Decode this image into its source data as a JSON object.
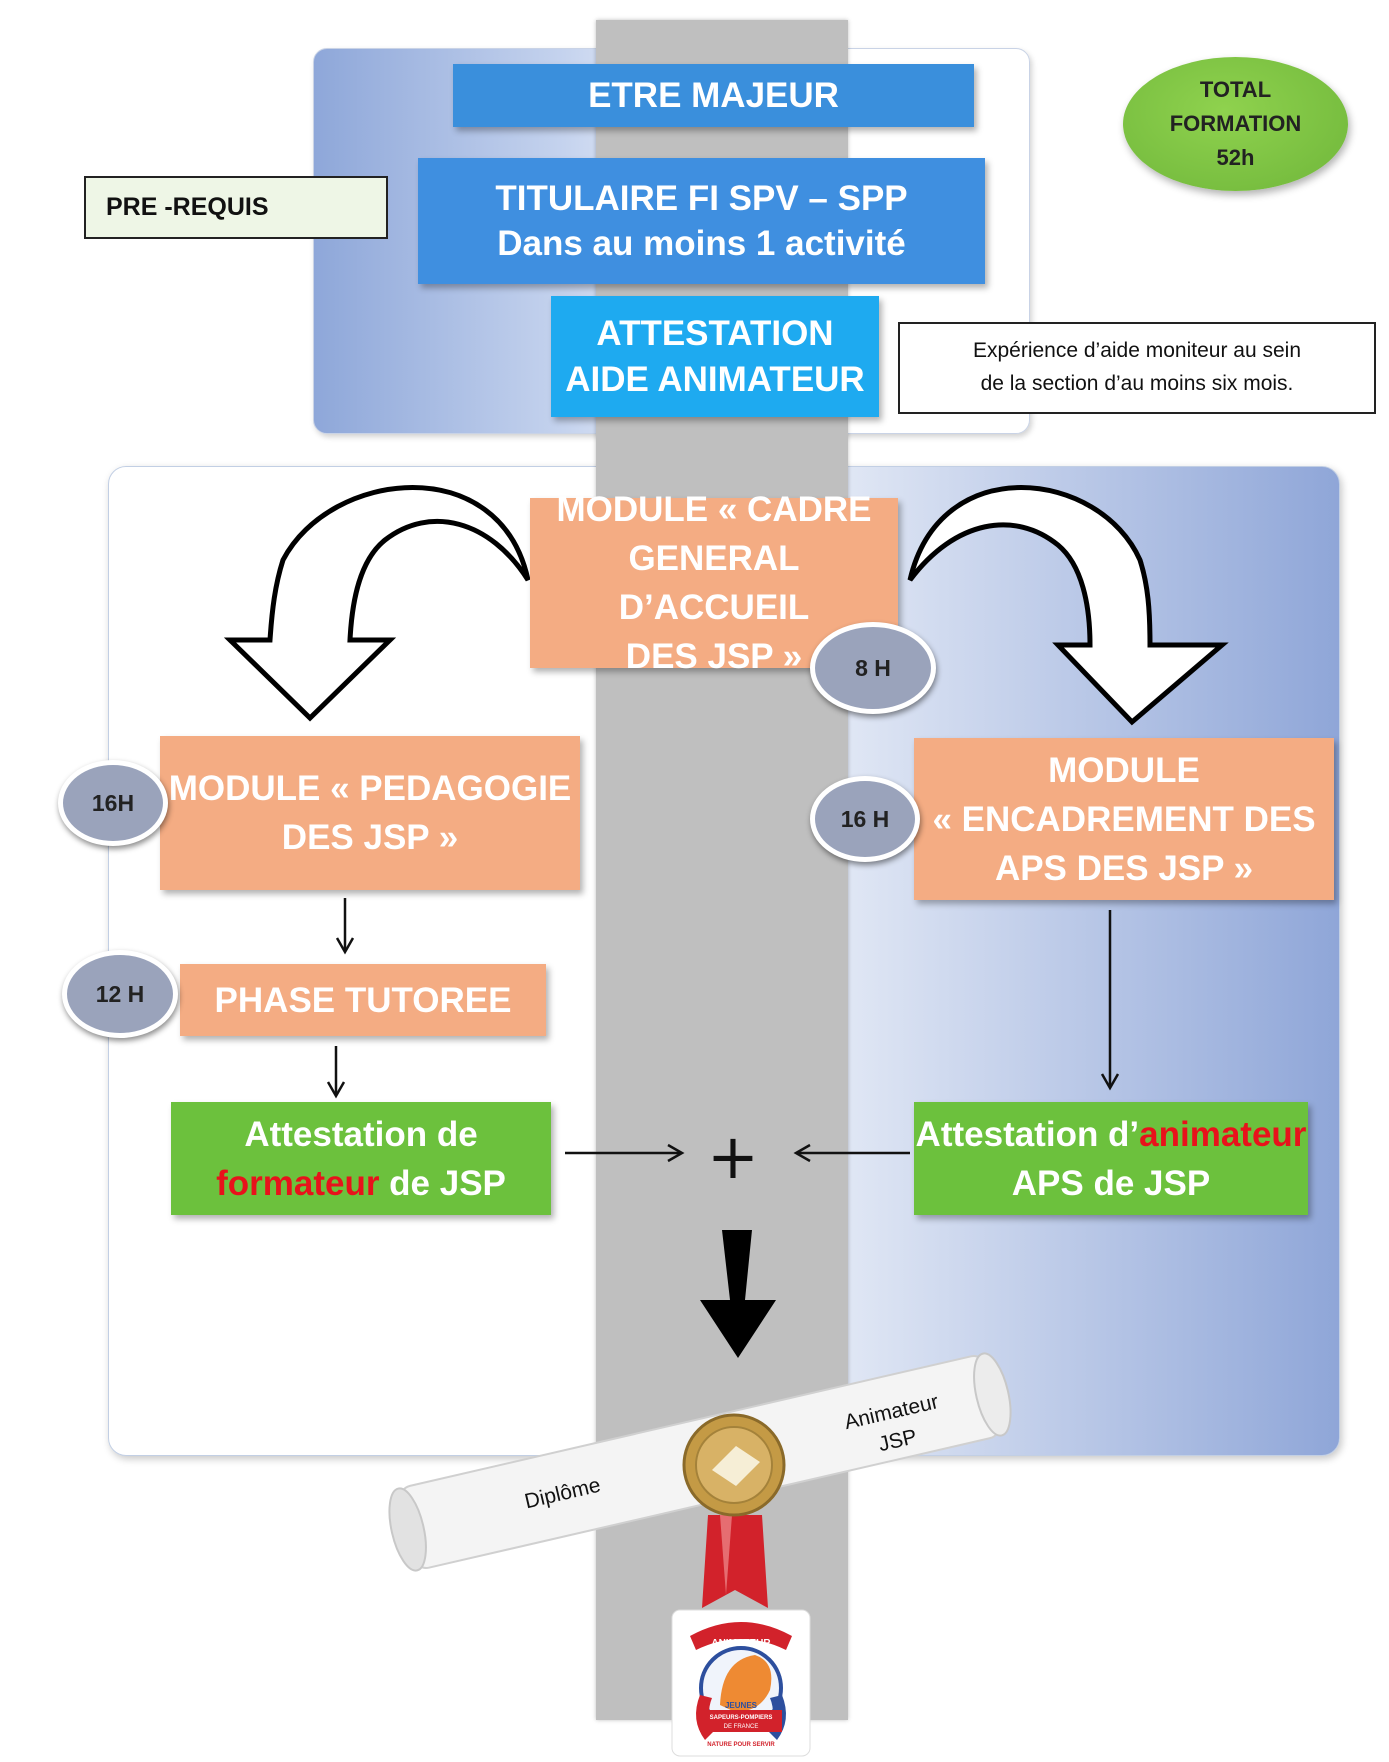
{
  "prerequisites": {
    "label": "PRE -REQUIS",
    "etre_majeur": "ETRE MAJEUR",
    "titulaire_line1": "TITULAIRE FI SPV – SPP",
    "titulaire_line2": "Dans au moins 1 activité",
    "attestation_line1": "ATTESTATION",
    "attestation_line2": "AIDE ANIMATEUR",
    "experience_line1": "Expérience d’aide moniteur au sein",
    "experience_line2": "de la section d’au moins six mois."
  },
  "total": {
    "line1": "TOTAL",
    "line2": "FORMATION",
    "line3": "52h"
  },
  "modules": {
    "cadre_line1": "MODULE «  CADRE",
    "cadre_line2": "GENERAL D’ACCUEIL",
    "cadre_line3": "DES JSP »",
    "cadre_hours": "8 H",
    "pedagogie_line1": "MODULE « PEDAGOGIE",
    "pedagogie_line2": "DES JSP »",
    "pedagogie_hours": "16H",
    "encadrement_line1": "MODULE",
    "encadrement_line2": "« ENCADREMENT DES",
    "encadrement_line3": "APS DES JSP »",
    "encadrement_hours": "16 H",
    "tutoree_label": "PHASE TUTOREE",
    "tutoree_hours": "12 H"
  },
  "attestations": {
    "formateur_line1": "Attestation de",
    "formateur_red": "formateur",
    "formateur_rest": " de JSP",
    "animateur_prefix": "Attestation d’",
    "animateur_red": "animateur",
    "animateur_line2": "APS de JSP"
  },
  "combine_symbol": "+",
  "diploma": {
    "left_text": "Diplôme",
    "right_line1": "Animateur",
    "right_line2": "JSP"
  },
  "badge": {
    "top_text": "ANIMATEUR",
    "line1": "JEUNES",
    "line2": "SAPEURS-POMPIERS",
    "line3": "DE FRANCE",
    "bottom_text": "NATURE POUR SERVIR"
  },
  "colors": {
    "blue_box": "#3a8fdc",
    "light_blue_box": "#1eaaf0",
    "orange_module": "#f4ac83",
    "green_attestation": "#6cc13d",
    "highlight_red": "#e8121b",
    "band_grey": "#bfbfbf"
  }
}
